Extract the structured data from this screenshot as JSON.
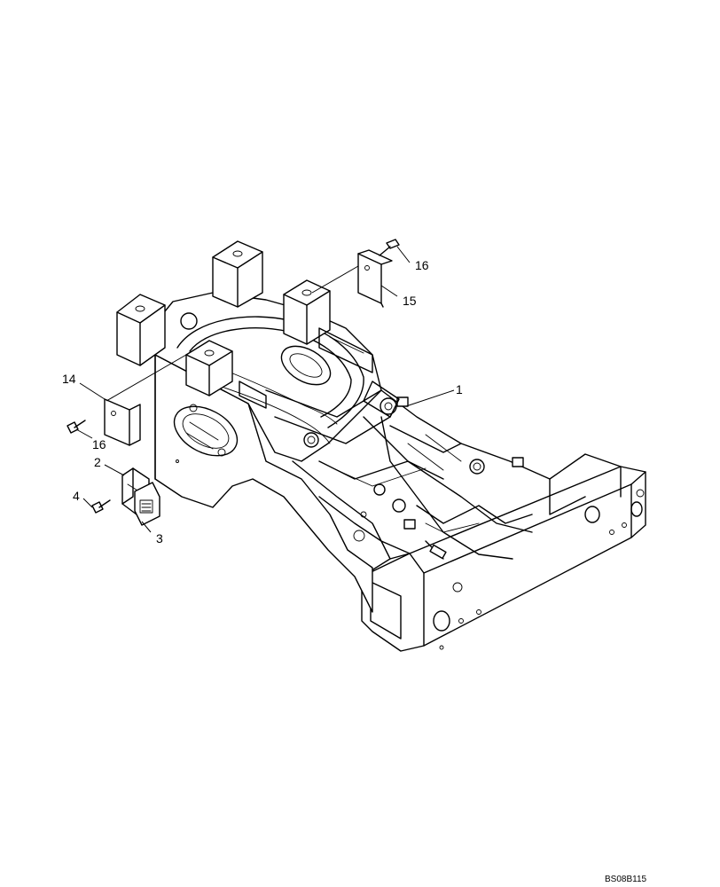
{
  "drawing": {
    "reference_code": "BS08B115"
  },
  "callouts": [
    {
      "id": "c1",
      "label": "1",
      "part": "frame"
    },
    {
      "id": "c2",
      "label": "2",
      "part": "bracket"
    },
    {
      "id": "c3",
      "label": "3",
      "part": "connector"
    },
    {
      "id": "c4",
      "label": "4",
      "part": "bolt"
    },
    {
      "id": "c14",
      "label": "14",
      "part": "plate-left"
    },
    {
      "id": "c15",
      "label": "15",
      "part": "plate-right"
    },
    {
      "id": "c16a",
      "label": "16",
      "part": "bolt-right"
    },
    {
      "id": "c16b",
      "label": "16",
      "part": "bolt-left"
    }
  ]
}
